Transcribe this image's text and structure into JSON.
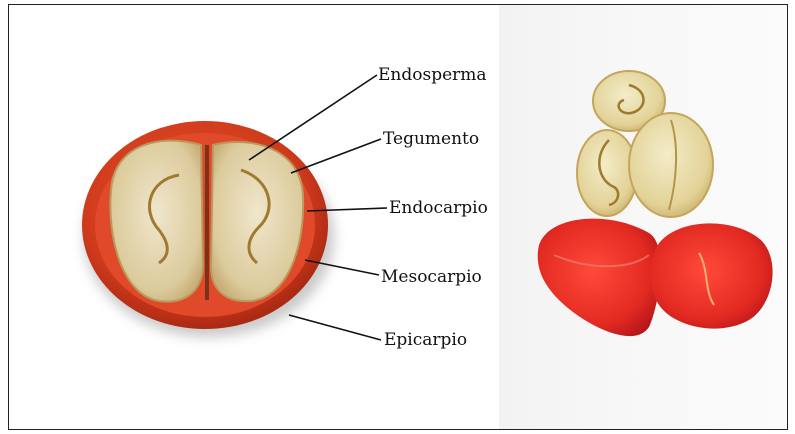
{
  "labels": {
    "endosperma": "Endosperma",
    "tegumento": "Tegumento",
    "endocarpio": "Endocarpio",
    "mesocarpio": "Mesocarpio",
    "epicarpio": "Epicarpio"
  },
  "colors": {
    "epicarp": "#c8361c",
    "mesocarp": "#e04a22",
    "endosperm": "#e4d7b4",
    "line": "#111111"
  }
}
